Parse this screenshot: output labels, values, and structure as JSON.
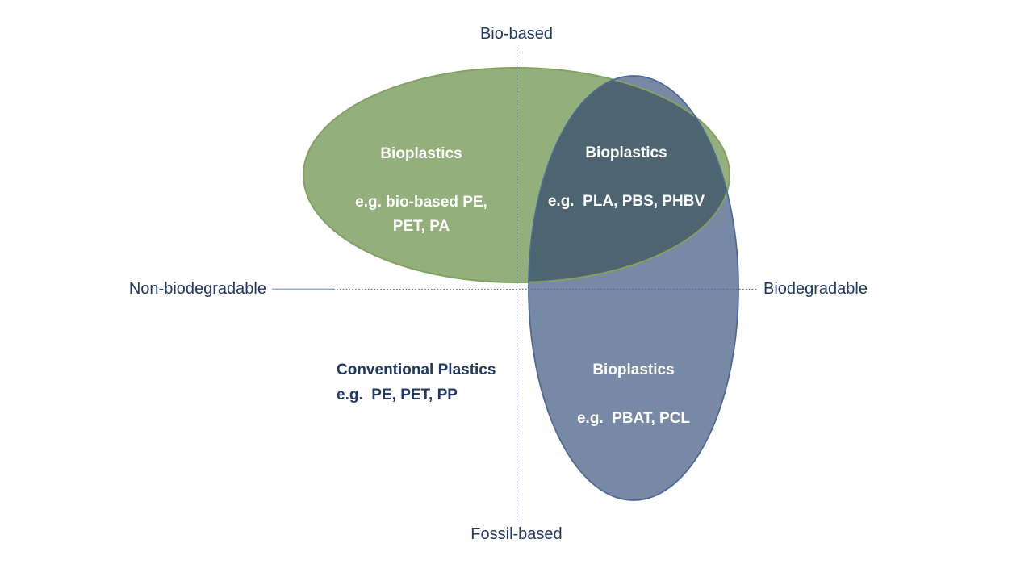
{
  "diagram": {
    "axes": {
      "top_label": "Bio-based",
      "bottom_label": "Fossil-based",
      "left_label": "Non-biodegradable",
      "right_label": "Biodegradable"
    },
    "regions": {
      "green": {
        "title": "Bioplastics",
        "example_line1": "e.g. bio-based PE,",
        "example_line2": "PET, PA"
      },
      "overlap": {
        "title": "Bioplastics",
        "examples": "e.g.  PLA, PBS, PHBV"
      },
      "blue": {
        "title": "Bioplastics",
        "examples": "e.g.  PBAT, PCL"
      },
      "conventional": {
        "title": "Conventional Plastics",
        "examples": "e.g.  PE, PET, PP"
      }
    }
  },
  "colors": {
    "green_fill": "#93AF7C",
    "green_stroke": "#82A163",
    "blue_fill": "#7889A6",
    "blue_stroke": "#4E6A94",
    "overlap_fill": "#4C6570",
    "text_navy": "#1F3864",
    "text_white": "#FFFFFF",
    "axis_dotted": "#4A6BB0",
    "axis_solid": "#93A5C9",
    "bg": "#FFFFFF"
  }
}
